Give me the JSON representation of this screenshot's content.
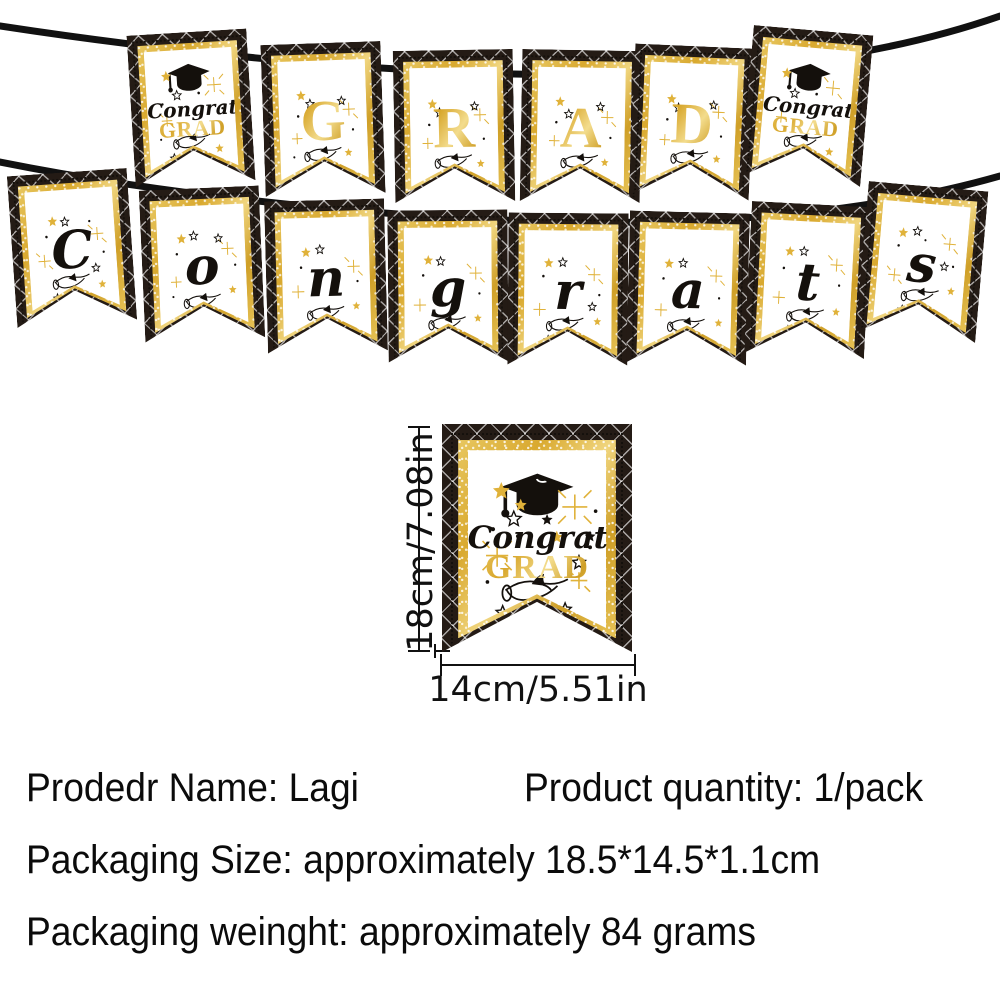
{
  "product_image": {
    "type": "graduation-banner-product-listing",
    "colors": {
      "gold": "#d9a92f",
      "gold_light": "#f0d57e",
      "black": "#241b15",
      "ink": "#14100c",
      "background": "#ffffff"
    },
    "banner": {
      "rope_color": "#111111",
      "top_row": {
        "label": "GRAD row",
        "pennants": [
          {
            "kind": "congrats-grad",
            "congrats": "Congrats",
            "grad": "GRAD"
          },
          {
            "kind": "letter-gold",
            "letter": "G"
          },
          {
            "kind": "letter-gold",
            "letter": "R"
          },
          {
            "kind": "letter-gold",
            "letter": "A"
          },
          {
            "kind": "letter-gold",
            "letter": "D"
          },
          {
            "kind": "congrats-grad",
            "congrats": "Congrats",
            "grad": "GRAD"
          }
        ]
      },
      "bottom_row": {
        "label": "Congrats row",
        "pennants": [
          {
            "kind": "letter-script",
            "letter": "C"
          },
          {
            "kind": "letter-script",
            "letter": "o"
          },
          {
            "kind": "letter-script",
            "letter": "n"
          },
          {
            "kind": "letter-script",
            "letter": "g"
          },
          {
            "kind": "letter-script",
            "letter": "r"
          },
          {
            "kind": "letter-script",
            "letter": "a"
          },
          {
            "kind": "letter-script",
            "letter": "t"
          },
          {
            "kind": "letter-script",
            "letter": "s"
          }
        ]
      },
      "pennant_motifs": [
        "graduation-cap-icon",
        "diploma-scroll-icon",
        "starburst-icon",
        "star-icon",
        "dot-icon"
      ]
    },
    "sample": {
      "congrats": "Congrats",
      "grad": "GRAD",
      "height_label": "18cm/7.08in",
      "width_label": "14cm/5.51in"
    },
    "info": {
      "producer_name": "Prodedr Name: Lagi",
      "product_quantity": "Product quantity: 1/pack",
      "packaging_size": "Packaging Size: approximately 18.5*14.5*1.1cm",
      "packaging_weight": "Packaging weinght: approximately 84 grams"
    }
  }
}
